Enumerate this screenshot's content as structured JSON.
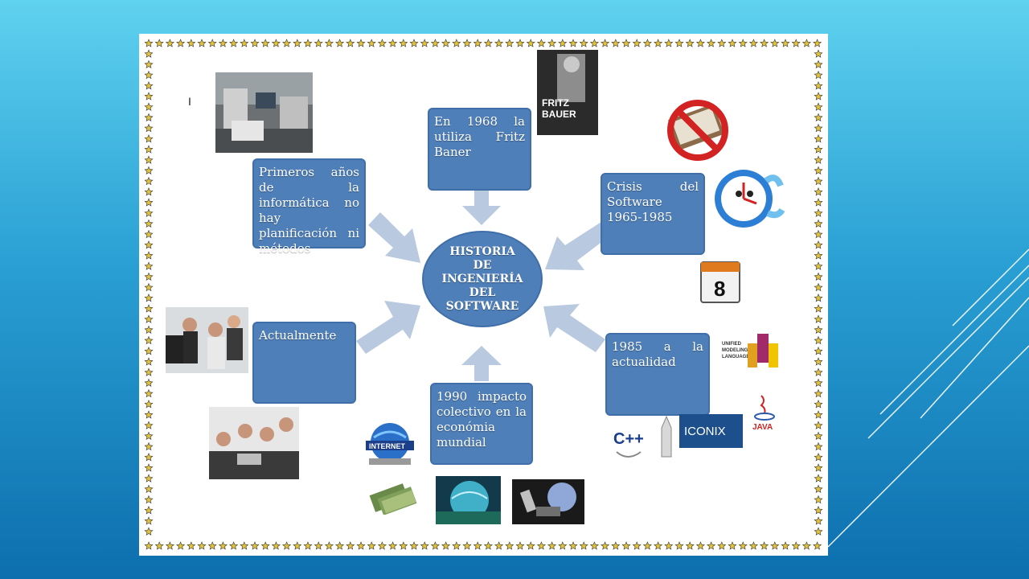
{
  "diagram": {
    "center": "HISTORIA\nDE\nINGENIERÍA\nDEL\nSOFTWARE",
    "nodes": {
      "primeros": "Primeros años de la informática no hay planificación ni métodos",
      "fritz": "En 1968 la utiliza Fritz Baner",
      "crisis": "Crisis del Software 1965-1985",
      "actualmente": "Actualmente",
      "impacto": "1990 impacto colectivo en la económia mundial",
      "actualidad": "1985 a la actualidad"
    },
    "stray_mark": "I"
  },
  "images": {
    "book_title": "FRITZ\nBAUER",
    "calendar_number": "8",
    "uml_text": "UNIFIED\nMODELING\nLANGUAGE",
    "uml_logo": "UML",
    "iconix": "ICONIX",
    "cpp": "C++",
    "java": "JAVA",
    "internet": "INTERNET"
  },
  "colors": {
    "node_fill": "#4f7fb8",
    "arrow_fill": "#b9c9e0",
    "star": "#e2c23a"
  }
}
